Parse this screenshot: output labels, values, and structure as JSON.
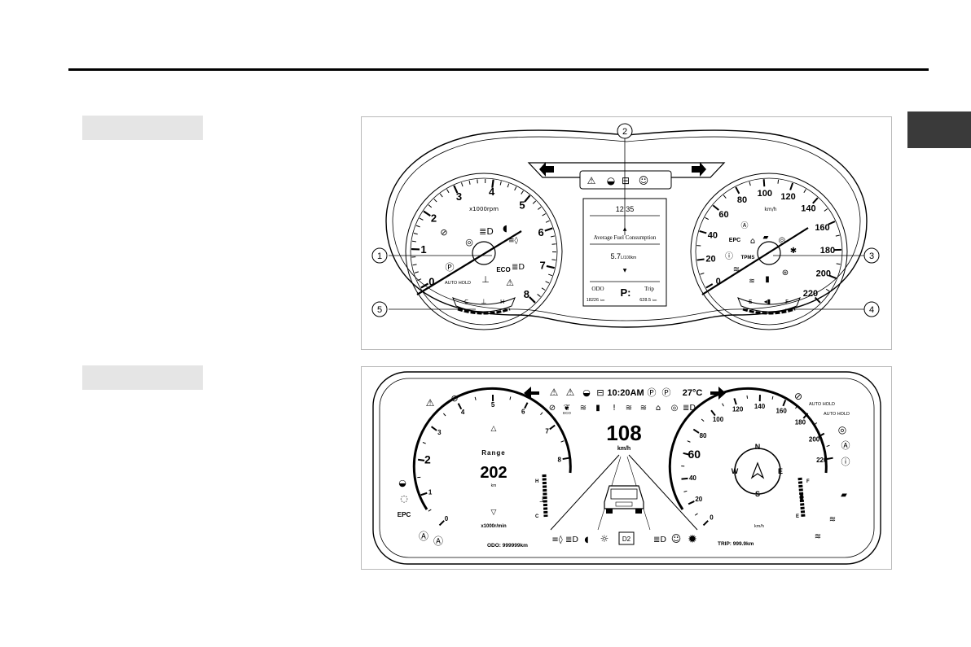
{
  "analog": {
    "callouts": [
      "1",
      "2",
      "3",
      "4",
      "5"
    ],
    "tach": {
      "ticks": [
        "0",
        "1",
        "2",
        "3",
        "4",
        "5",
        "6",
        "7",
        "8"
      ],
      "unit": "x1000rpm",
      "eco": "ECO",
      "autohold": "AUTO HOLD",
      "gauge_c": "C",
      "gauge_h": "H"
    },
    "speedo": {
      "ticks": [
        "0",
        "20",
        "40",
        "60",
        "80",
        "100",
        "120",
        "140",
        "160",
        "180",
        "200",
        "220"
      ],
      "unit": "km/h",
      "epc": "EPC",
      "tpms": "TPMS",
      "gauge_e": "E",
      "gauge_f": "F"
    },
    "center": {
      "time": "12:35",
      "menu": "Average Fuel Consumption",
      "fuel_value": "5.7",
      "fuel_unit": "L/100km",
      "odo_label": "ODO",
      "odo_value": "18226",
      "odo_unit": "km",
      "gear": "P:",
      "trip_label": "Trip",
      "trip_value": "628.5",
      "trip_unit": "km"
    }
  },
  "digital": {
    "time": "10:20AM",
    "temp": "27°C",
    "speed": "108",
    "speed_unit": "km/h",
    "rpm_ticks": [
      "0",
      "1",
      "2",
      "3",
      "4",
      "5",
      "6",
      "7",
      "8"
    ],
    "rpm_unit": "x1000r/min",
    "range_label": "Range",
    "range_value": "202",
    "range_unit": "km",
    "eco": "ECO",
    "epc": "EPC",
    "autohold": "AUTO HOLD",
    "autohold2": "AUTO HOLD",
    "odo": "ODO: 999999km",
    "trip": "TRIP: 999.9km",
    "speed_ticks": [
      "0",
      "20",
      "40",
      "60",
      "80",
      "100",
      "120",
      "140",
      "160",
      "180",
      "200",
      "220"
    ],
    "compass": {
      "n": "N",
      "e": "E",
      "s": "S",
      "w": "W"
    },
    "temp_h": "H",
    "temp_c": "C",
    "fuel_f": "F",
    "fuel_e": "E",
    "unit_right": "km/h",
    "d2": "D2"
  }
}
